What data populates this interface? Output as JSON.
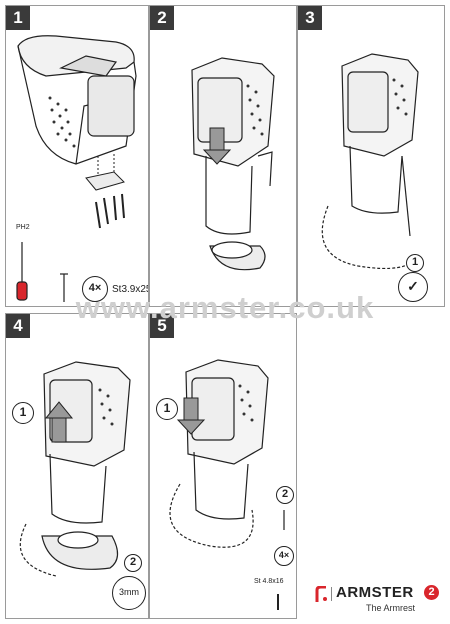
{
  "panels": [
    {
      "number": "1"
    },
    {
      "number": "2"
    },
    {
      "number": "3"
    },
    {
      "number": "4"
    },
    {
      "number": "5"
    }
  ],
  "panel1": {
    "tool_label": "PH2",
    "screw_count": "4×",
    "screw_spec": "St3.9x25"
  },
  "panel3": {
    "callout_number": "1"
  },
  "panel4": {
    "step_number": "1",
    "callout_number": "2",
    "callout_text": "3mm"
  },
  "panel5": {
    "step_number": "1",
    "callout_number": "2",
    "screw_count": "4×",
    "screw_spec": "St 4.8x16"
  },
  "watermark": "www.armster.co.uk",
  "brand": {
    "name": "ARMSTER",
    "badge": "2",
    "tagline": "The Armrest",
    "accent_color": "#d9262c"
  }
}
